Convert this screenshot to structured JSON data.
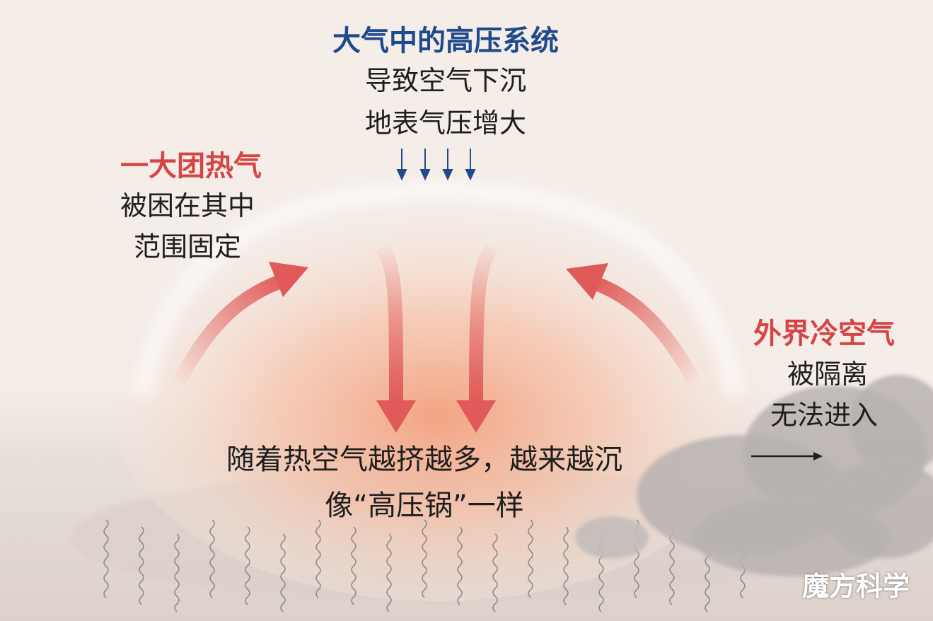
{
  "top": {
    "title": "大气中的高压系统",
    "line1": "导致空气下沉",
    "line2": "地表气压增大"
  },
  "left": {
    "title": "一大团热气",
    "line1": "被困在其中",
    "line2": "范围固定"
  },
  "right": {
    "title": "外界冷空气",
    "line1": "被隔离",
    "line2": "无法进入"
  },
  "center": {
    "line1": "随着热空气越挤越多，越来越沉",
    "line2": "像“高压锅”一样"
  },
  "watermark": "魔方科学",
  "colors": {
    "blue": "#1f4a8c",
    "red": "#d64545",
    "arrow_red": "#e05a5a",
    "warm_core": "#f2a07c",
    "cloud_gray": "#b7b1ae"
  }
}
